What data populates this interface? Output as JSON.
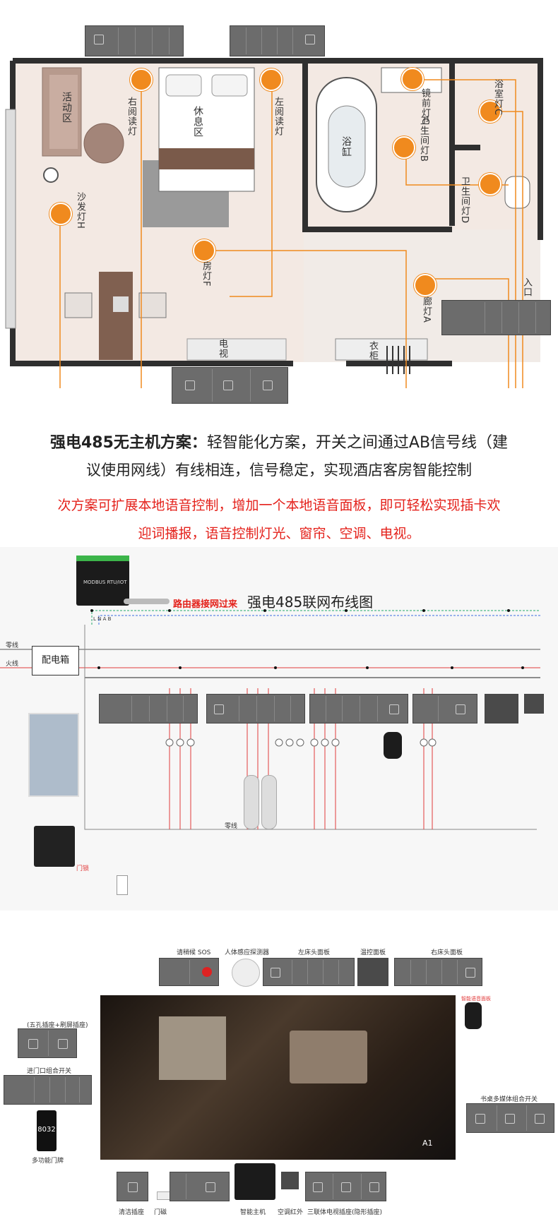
{
  "floorplan": {
    "labels": {
      "living_area": "活动区",
      "rest_area": "休息区",
      "right_reading_lamp": "右阅读灯",
      "left_reading_lamp": "左阅读灯",
      "bathtub": "浴缸",
      "mirror_light": "镜前灯C",
      "bathroom_light_b": "卫生间灯B",
      "bath_light": "浴室灯C",
      "bathroom_light_d": "卫生间灯D",
      "sofa_lamp": "沙发灯H",
      "room_light": "房灯F",
      "corridor_light": "廊灯A",
      "entrance": "入口",
      "tv": "电视",
      "wardrobe": "衣柜"
    }
  },
  "text": {
    "heading_bold": "强电485无主机方案：",
    "heading_rest_line1": "轻智能化方案，开关之间通过AB信号线（建",
    "heading_line2": "议使用网线）有线相连，信号稳定，实现酒店客房智能控制",
    "red_line1": "次方案可扩展本地语音控制，增加一个本地语音面板，即可轻松实现插卡欢",
    "red_line2": "迎词播报，语音控制灯光、窗帘、空调、电视。"
  },
  "wiring": {
    "router_label": "路由器接网过来",
    "title": "强电485联网布线图",
    "distribution_box": "配电箱",
    "neutral_wire": "零线",
    "live_wire": "火线",
    "bottom_neutral": "零线",
    "module_label": "MODBUS RTU/IOT",
    "door_label": "门锁",
    "bus_letters": "L N A B"
  },
  "scene": {
    "labels": {
      "do_not_disturb": "请稍候  SOS",
      "body_sensor": "人体感应探测器",
      "left_bed_panel": "左床头面板",
      "temp_panel": "温控面板",
      "right_bed_panel": "右床头面板",
      "five_hole": "(五孔插座+刷屏插座)",
      "entrance_switch": "进门口组合开关",
      "multi_doorplate": "多功能门牌",
      "doorplate_number": "8032",
      "desk_switch": "书桌多媒体组合开关",
      "clean_socket": "清洁插座",
      "door_magnet": "门磁",
      "smart_host": "智能主机",
      "ac_ir": "空调红外",
      "tv_socket": "三联体电视插座(隐形插座)",
      "speaker_label": "智能语音面板",
      "a1": "A1"
    }
  },
  "colors": {
    "orange": "#f08a1e",
    "red_text": "#e4211b",
    "wall": "#2f2f2f",
    "floor": "#f5ece6",
    "panel": "#6c6c6c",
    "wire_red": "#e23b3b",
    "wire_green": "#23a86b",
    "wire_blue": "#3b6fe0"
  }
}
